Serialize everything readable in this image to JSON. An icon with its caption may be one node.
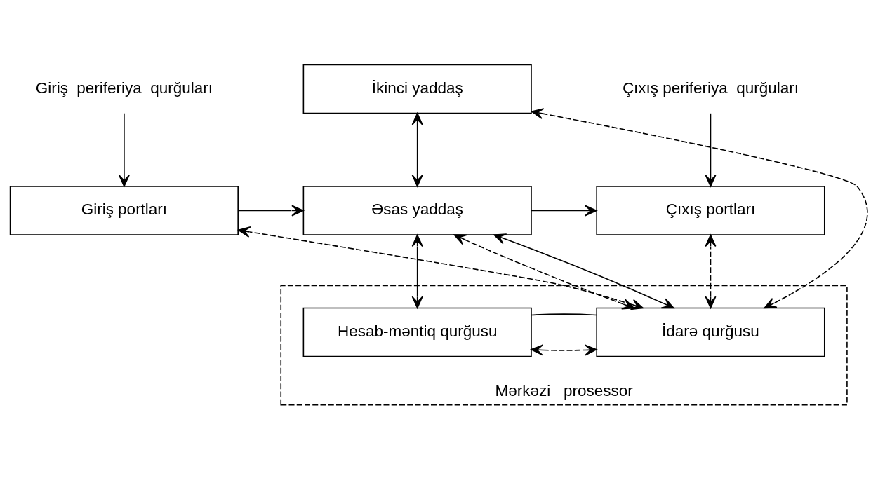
{
  "diagram": {
    "nodes": [
      {
        "text": [
          "Giriş  periferiya  qurğuları"
        ]
      },
      {
        "text": [
          "İkinci yaddaş"
        ]
      },
      {
        "text": [
          "Çıxış periferiya  qurğuları"
        ]
      },
      {
        "text": [
          "Giriş portları"
        ]
      },
      {
        "text": [
          "Əsas yaddaş"
        ]
      },
      {
        "text": [
          "Çıxış portları"
        ]
      },
      {
        "text": [
          "Mərkəzi   prosessor"
        ]
      },
      {
        "text": [
          "Hesab-məntiq qurğusu"
        ],
        "in": 6
      },
      {
        "text": [
          "İdarə qurğusu"
        ],
        "in": 6
      }
    ],
    "edges": [
      {
        "from": 0,
        "to": 3,
        "arrow": "to"
      },
      {
        "from": 1,
        "to": 4,
        "arrow": "both"
      },
      {
        "from": 2,
        "to": 5,
        "arrow": "to"
      },
      {
        "from": 3,
        "to": 4,
        "arrow": "to"
      },
      {
        "from": 4,
        "to": 5,
        "arrow": "to"
      },
      {
        "from": 8,
        "to": 1,
        "arrow": "both",
        "style": "dashed"
      },
      {
        "from": 8,
        "to": 3,
        "arrow": "both",
        "style": "dashed"
      },
      {
        "from": 8,
        "to": 4,
        "arrow": "both",
        "style": "dashed"
      },
      {
        "from": 8,
        "to": 5,
        "arrow": "both",
        "style": "dashed"
      },
      {
        "from": 4,
        "to": 7,
        "arrow": "both"
      },
      {
        "from": 4,
        "to": 8,
        "arrow": "both"
      },
      {
        "from": 7,
        "to": 8,
        "arrow": "both",
        "style": "dashed"
      },
      {
        "from": 7,
        "to": 8,
        "arrow": "none"
      }
    ]
  }
}
